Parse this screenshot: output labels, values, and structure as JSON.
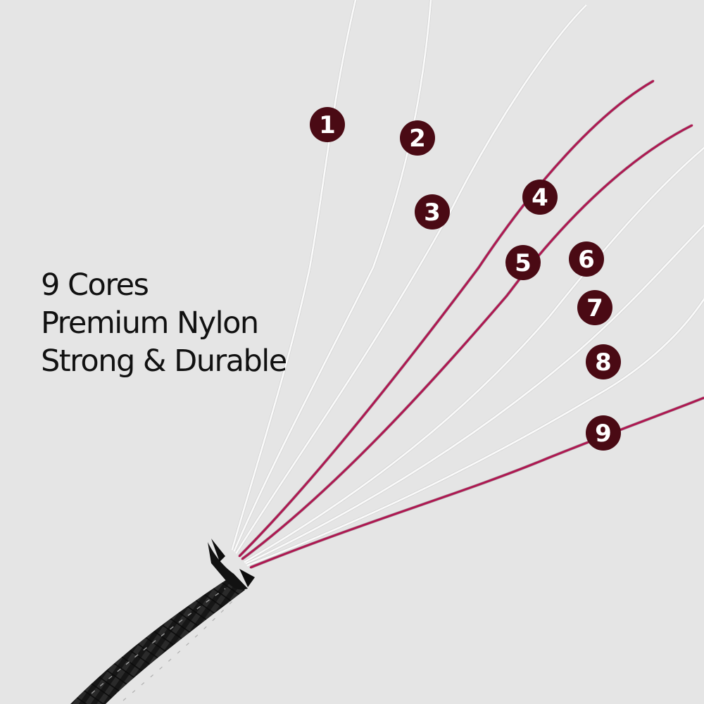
{
  "headline": {
    "lines": [
      "9 Cores",
      "Premium Nylon",
      "Strong & Durable"
    ],
    "color": "#111111"
  },
  "strands": [
    {
      "number": "1",
      "color": "white"
    },
    {
      "number": "2",
      "color": "white"
    },
    {
      "number": "3",
      "color": "white"
    },
    {
      "number": "4",
      "color": "red"
    },
    {
      "number": "5",
      "color": "red"
    },
    {
      "number": "6",
      "color": "white"
    },
    {
      "number": "7",
      "color": "white"
    },
    {
      "number": "8",
      "color": "white"
    },
    {
      "number": "9",
      "color": "red"
    }
  ],
  "colors": {
    "background": "#e5e5e5",
    "badge_fill": "#4a0a14",
    "badge_text": "#ffffff",
    "strand_white": "#fafafa",
    "strand_red": "#b01450",
    "sheath": "#1a1a1a"
  }
}
